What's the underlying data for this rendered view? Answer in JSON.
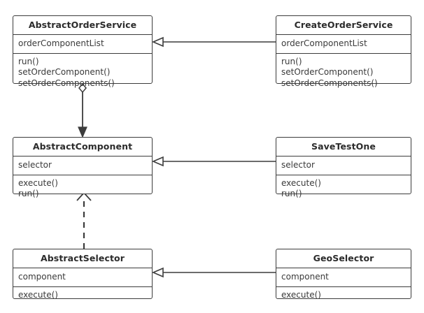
{
  "diagram": {
    "type": "uml-class-diagram",
    "background_color": "#ffffff",
    "line_color": "#3c3c3c",
    "text_color": "#2b2b2b"
  },
  "classes": [
    {
      "id": "abstract-order-service",
      "name": "AbstractOrderService",
      "attributes": [
        "orderComponentList"
      ],
      "operations": [
        "run()",
        "setOrderComponent()",
        "setOrderComponents()"
      ]
    },
    {
      "id": "create-order-service",
      "name": "CreateOrderService",
      "attributes": [
        "orderComponentList"
      ],
      "operations": [
        "run()",
        "setOrderComponent()",
        "setOrderComponents()"
      ]
    },
    {
      "id": "abstract-component",
      "name": "AbstractComponent",
      "attributes": [
        "selector"
      ],
      "operations": [
        "execute()",
        "run()"
      ]
    },
    {
      "id": "save-test-one",
      "name": "SaveTestOne",
      "attributes": [
        "selector"
      ],
      "operations": [
        "execute()",
        "run()"
      ]
    },
    {
      "id": "abstract-selector",
      "name": "AbstractSelector",
      "attributes": [
        "component"
      ],
      "operations": [
        "execute()"
      ]
    },
    {
      "id": "geo-selector",
      "name": "GeoSelector",
      "attributes": [
        "component"
      ],
      "operations": [
        "execute()"
      ]
    }
  ],
  "relationships": [
    {
      "id": "gen-create-order-service",
      "kind": "generalization",
      "from": "create-order-service",
      "to": "abstract-order-service",
      "style": "solid",
      "arrowhead": "hollow-triangle"
    },
    {
      "id": "gen-save-test-one",
      "kind": "generalization",
      "from": "save-test-one",
      "to": "abstract-component",
      "style": "solid",
      "arrowhead": "hollow-triangle"
    },
    {
      "id": "gen-geo-selector",
      "kind": "generalization",
      "from": "geo-selector",
      "to": "abstract-selector",
      "style": "solid",
      "arrowhead": "hollow-triangle"
    },
    {
      "id": "agg-order-service-component",
      "kind": "aggregation",
      "from": "abstract-order-service",
      "to": "abstract-component",
      "style": "solid",
      "tail": "hollow-diamond",
      "arrowhead": "filled-arrow"
    },
    {
      "id": "dep-selector-component",
      "kind": "dependency",
      "from": "abstract-selector",
      "to": "abstract-component",
      "style": "dashed",
      "arrowhead": "open-arrow"
    }
  ]
}
